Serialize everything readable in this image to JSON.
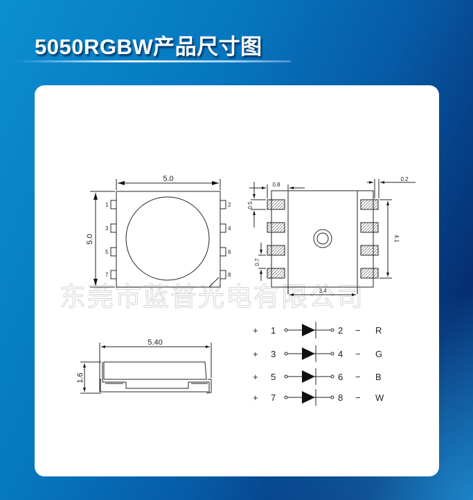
{
  "header": {
    "title": "5050RGBW产品尺寸图"
  },
  "watermark": "东莞市蓝普光电有限公司",
  "top_view": {
    "width_label": "5.0",
    "height_label": "5.0",
    "pins_left": [
      "1",
      "3",
      "5",
      "7"
    ],
    "pins_right": [
      "2",
      "4",
      "6",
      "8"
    ]
  },
  "bottom_view": {
    "pad_width": "0.8",
    "edge_gap": "0.2",
    "pad_height": "0.5",
    "pad_pitch": "0.7",
    "pad_span": "4.1",
    "body_width": "3.4"
  },
  "side_view": {
    "length_label": "5.40",
    "height_label": "1.6"
  },
  "schematic": {
    "rows": [
      {
        "plus": "+",
        "anode": "1",
        "cathode": "2",
        "minus": "−",
        "color": "R"
      },
      {
        "plus": "+",
        "anode": "3",
        "cathode": "4",
        "minus": "−",
        "color": "G"
      },
      {
        "plus": "+",
        "anode": "5",
        "cathode": "6",
        "minus": "−",
        "color": "B"
      },
      {
        "plus": "+",
        "anode": "7",
        "cathode": "8",
        "minus": "−",
        "color": "W"
      }
    ]
  }
}
